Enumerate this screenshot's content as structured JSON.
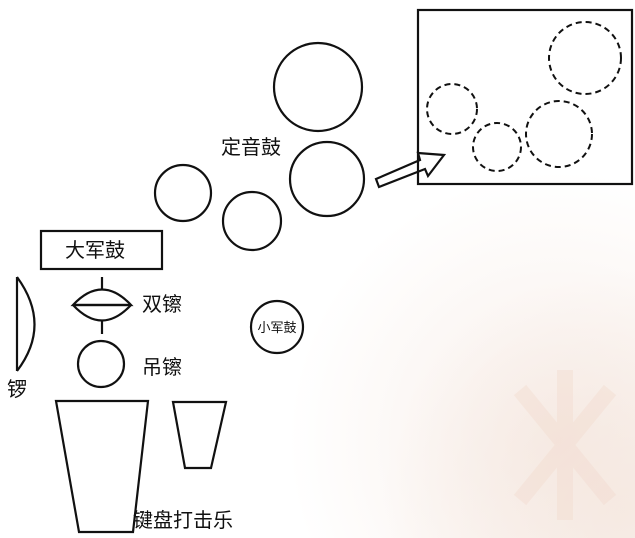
{
  "labels": {
    "timpani": "定音鼓",
    "bass_drum": "大军鼓",
    "crash_cymbals": "双镲",
    "suspended_cymbal": "吊镲",
    "gong": "锣",
    "snare_drum": "小军鼓",
    "keyboard_percussion": "键盘打击乐"
  },
  "colors": {
    "stroke": "#111111",
    "background": "#ffffff",
    "watermark_tint": "#f2e0d6"
  }
}
